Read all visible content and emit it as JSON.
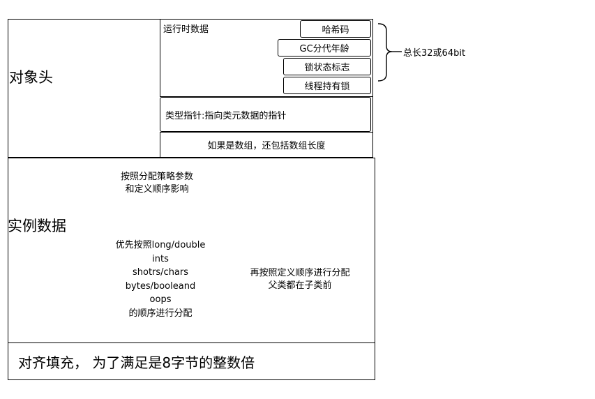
{
  "header": {
    "title": "对象头",
    "runtime_label": "运行时数据",
    "runtime_items": [
      "哈希码",
      "GC分代年龄",
      "锁状态标志",
      "线程持有锁"
    ],
    "brace_label": "总长32或64bit",
    "type_pointer": "类型指针:指向类元数据的指针",
    "array_length": "如果是数组，还包括数组长度"
  },
  "instance": {
    "title": "实例数据",
    "strategy_lines": [
      "按照分配策略参数",
      "和定义顺序影响"
    ],
    "order_lines": [
      "优先按照long/double",
      "ints",
      "shotrs/chars",
      "bytes/booleand",
      "oops",
      "的顺序进行分配"
    ],
    "parent_lines": [
      "再按照定义顺序进行分配",
      "父类都在子类前"
    ]
  },
  "padding": {
    "text": "对齐填充， 为了满足是8字节的整数倍"
  }
}
